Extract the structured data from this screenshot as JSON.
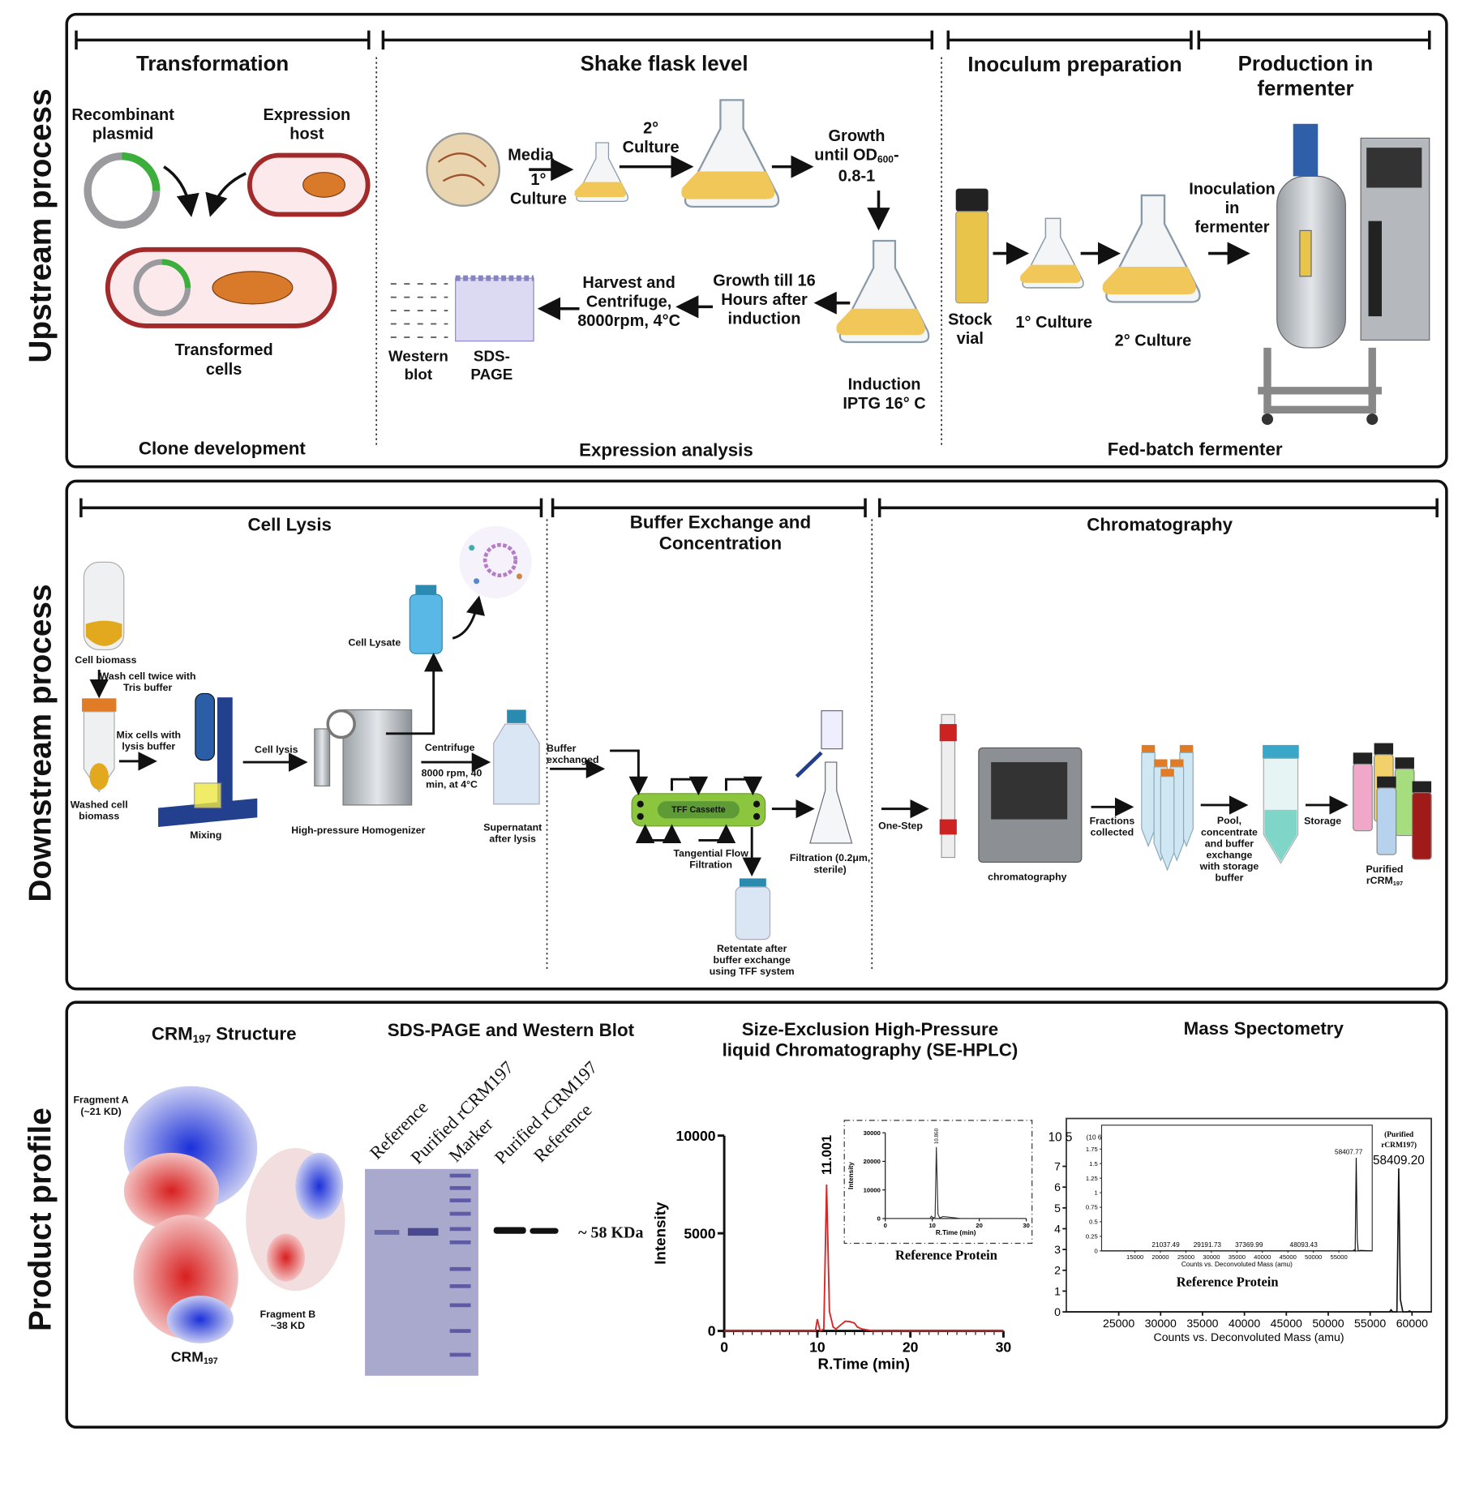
{
  "sections": {
    "upstream": "Upstream process",
    "downstream": "Downstream process",
    "product": "Product profile"
  },
  "upstream": {
    "transformation": "Transformation",
    "shake_flask": "Shake flask level",
    "inoculum": "Inoculum preparation",
    "production": "Production in\nfermenter",
    "recombinant_plasmid": "Recombinant\nplasmid",
    "expression_host": "Expression\nhost",
    "transformed_cells": "Transformed\ncells",
    "clone_development": "Clone development",
    "media": "Media",
    "culture1": "1°\nCulture",
    "culture2": "2°\nCulture",
    "growth_od": {
      "main": "Growth\nuntil OD",
      "sub": "600",
      "rest": "-\n0.8-1"
    },
    "induction": "Induction\nIPTG  16° C",
    "growth_16h": "Growth till 16\nHours after\ninduction",
    "harvest": "Harvest and\nCentrifuge,\n8000rpm, 4°C",
    "western_blot": "Western\nblot",
    "sds_page": "SDS-\nPAGE",
    "expression_analysis": "Expression analysis",
    "stock_vial": "Stock\nvial",
    "inoc_culture1": "1° Culture",
    "inoc_culture2": "2° Culture",
    "inoculation": "Inoculation\nin\nfermenter",
    "fed_batch": "Fed-batch fermenter"
  },
  "downstream": {
    "cell_lysis_header": "Cell Lysis",
    "buffer_exchange_header": "Buffer Exchange and\nConcentration",
    "chromatography_header": "Chromatography",
    "cell_biomass": "Cell biomass",
    "wash": "Wash cell twice with\nTris buffer",
    "mix": "Mix cells with\nlysis buffer",
    "washed_biomass": "Washed cell\nbiomass",
    "mixing": "Mixing",
    "cell_lysis": "Cell lysis",
    "homogenizer": "High-pressure Homogenizer",
    "cell_lysate": "Cell Lysate",
    "centrifuge": "Centrifuge",
    "centrifuge_params": "8000 rpm, 40\nmin, at 4°C",
    "supernatant": "Supernatant\nafter lysis",
    "buffer_exchanged": "Buffer\nexchanged",
    "tff_cassette": "TFF Cassette",
    "tff": "Tangential Flow\nFiltration",
    "retentate": "Retentate  after\nbuffer exchange\nusing TFF system",
    "filtration": "Filtration (0.2μm,\nsterile)",
    "one_step": "One-Step",
    "chromatography": "chromatography",
    "fractions": "Fractions\ncollected",
    "pool": "Pool,\nconcentrate\nand buffer\nexchange\nwith storage\nbuffer",
    "storage": "Storage",
    "purified": {
      "main": "Purified rCRM",
      "sub": "197"
    }
  },
  "product": {
    "structure_title": {
      "main": "CRM",
      "sub": "197",
      "rest": " Structure"
    },
    "fragment_a": "Fragment A\n(~21 KD)",
    "fragment_b": "Fragment B\n~38 KD",
    "crm_label": {
      "main": "CRM",
      "sub": "197"
    },
    "gel_title": "SDS-PAGE and Western Blot",
    "gel_lanes": [
      "Reference",
      "Purified rCRM197",
      "Marker",
      "Purified rCRM197",
      "Reference"
    ],
    "band_label": "~ 58 KDa",
    "hplc_title": "Size-Exclusion High-Pressure\nliquid Chromatography (SE-HPLC)",
    "ms_title": "Mass Spectometry"
  },
  "colors": {
    "hplc_line": "#d62828",
    "gel_bg": "#a9a8cd",
    "tff_green": "#8cc63f",
    "host_membrane": "#a32a2a"
  },
  "chart_data": [
    {
      "type": "line",
      "title": "",
      "xlabel": "R.Time (min)",
      "ylabel": "Intensity",
      "xlim": [
        0,
        30
      ],
      "ylim": [
        0,
        10000
      ],
      "xticks": [
        0,
        10,
        20,
        30
      ],
      "yticks": [
        0,
        5000,
        10000
      ],
      "peak_label": "11.001",
      "series": [
        {
          "x": [
            0,
            9.8,
            10,
            10.3,
            10.7,
            11.0,
            11.3,
            11.7,
            12,
            12.5,
            13,
            13.5,
            14,
            14.3,
            14.8,
            16,
            30
          ],
          "y": [
            0,
            0,
            600,
            0,
            100,
            7500,
            1000,
            200,
            100,
            300,
            500,
            480,
            400,
            200,
            100,
            0,
            0
          ]
        }
      ]
    },
    {
      "type": "line",
      "title": "Reference Protein",
      "xlabel": "R.Time (min)",
      "ylabel": "Intensity",
      "xlim": [
        0,
        30
      ],
      "ylim": [
        0,
        30000
      ],
      "xticks": [
        0,
        10,
        20,
        30
      ],
      "yticks": [
        0,
        10000,
        20000,
        30000
      ],
      "peak_label": "10.860",
      "series": [
        {
          "x": [
            0,
            9.5,
            9.8,
            10.2,
            10.6,
            10.86,
            11.2,
            11.6,
            12.3,
            15,
            16,
            30
          ],
          "y": [
            0,
            0,
            800,
            200,
            500,
            25000,
            1500,
            200,
            700,
            200,
            0,
            0
          ]
        }
      ]
    },
    {
      "type": "line",
      "title": "",
      "xlabel": "Counts vs. Deconvoluted Mass (amu)",
      "y_multiplier": "10 5",
      "xlim": [
        18750,
        62300
      ],
      "ylim": [
        0,
        9.3
      ],
      "xticks": [
        25000,
        30000,
        35000,
        40000,
        45000,
        50000,
        55000,
        60000
      ],
      "yticks": [
        0,
        1,
        2,
        3,
        4,
        5,
        6,
        7
      ],
      "annotation": "(Purified\nrCRM197)",
      "peak_label": "58409.20",
      "series": [
        {
          "x": [
            18750,
            57300,
            57500,
            57700,
            58200,
            58409.2,
            58600,
            58900,
            59500,
            59700,
            59900,
            62300
          ],
          "y": [
            0,
            0,
            0.1,
            0,
            0,
            6.9,
            0.6,
            0,
            0,
            0.05,
            0,
            0
          ]
        }
      ]
    },
    {
      "type": "line",
      "title": "Reference Protein",
      "xlabel": "Counts vs. Deconvoluted Mass (amu)",
      "y_multiplier": "(10 6",
      "xlim": [
        8460,
        61540
      ],
      "ylim": [
        0,
        2.16
      ],
      "xticks": [
        15000,
        20000,
        25000,
        30000,
        35000,
        40000,
        45000,
        50000,
        55000
      ],
      "yticks": [
        0,
        0.25,
        0.5,
        0.75,
        1,
        1.25,
        1.5,
        1.75
      ],
      "peak_labels": [
        "21037.49",
        "29191.73",
        "37369.99",
        "48093.43",
        "58407.77"
      ],
      "peak_positions": [
        21037.49,
        29191.73,
        37369.99,
        48093.43,
        58407.77
      ],
      "series": [
        {
          "x": [
            8460,
            57800,
            58000,
            58200,
            58407.77,
            58600,
            58800,
            59200,
            61540
          ],
          "y": [
            0,
            0,
            0.02,
            0,
            1.6,
            0.2,
            0,
            0.01,
            0
          ]
        }
      ]
    }
  ]
}
